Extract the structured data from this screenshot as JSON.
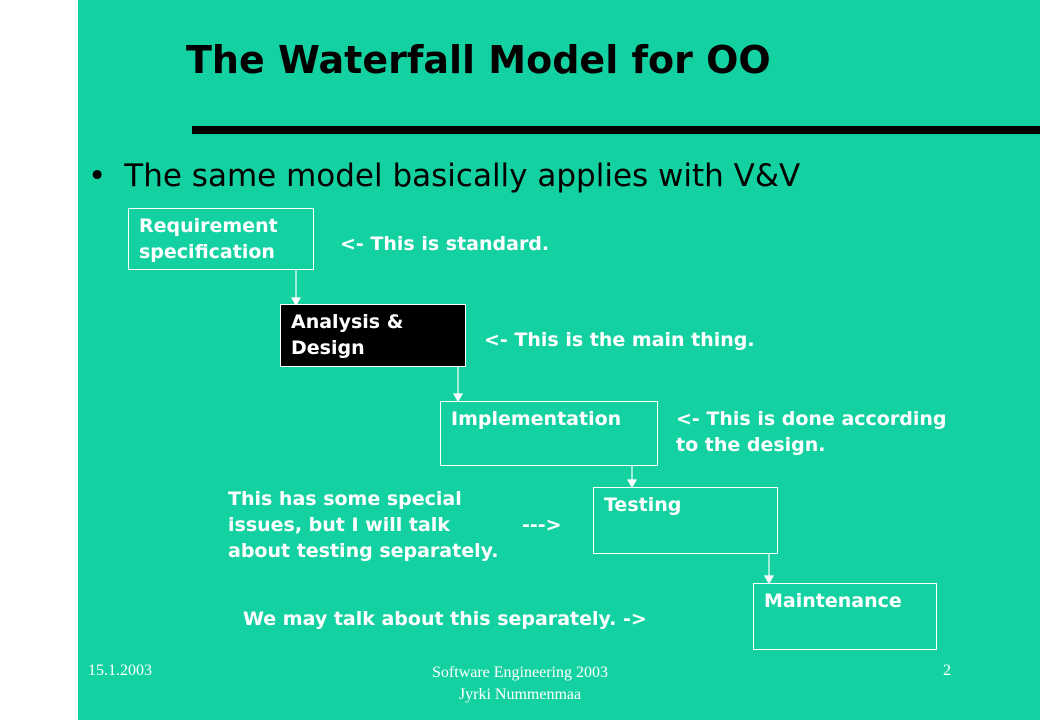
{
  "slide": {
    "title": "The Waterfall Model for OO",
    "bullet": "The same model basically applies with V&V"
  },
  "boxes": [
    {
      "label": "Requirement\nspecification"
    },
    {
      "label": "Analysis &\nDesign"
    },
    {
      "label": "Implementation"
    },
    {
      "label": "Testing"
    },
    {
      "label": "Maintenance"
    }
  ],
  "notes": {
    "requirement": "<- This is standard.",
    "analysis": "<- This is the main thing.",
    "implementation": "<- This is done according\n     to the design.",
    "testing": "This has some special\nissues, but I will talk\nabout testing separately.",
    "testing_arrow": "--->",
    "maintenance": "We may talk about this separately. ->"
  },
  "footer": {
    "date": "15.1.2003",
    "course_line1": "Software Engineering 2003",
    "course_line2": "Jyrki Nummenmaa",
    "page_number": "2"
  },
  "colors": {
    "background": "#14d1a1",
    "left_band": "#ffffff",
    "text_dark": "#000000",
    "text_light": "#ffffff",
    "highlight_box": "#000000"
  }
}
